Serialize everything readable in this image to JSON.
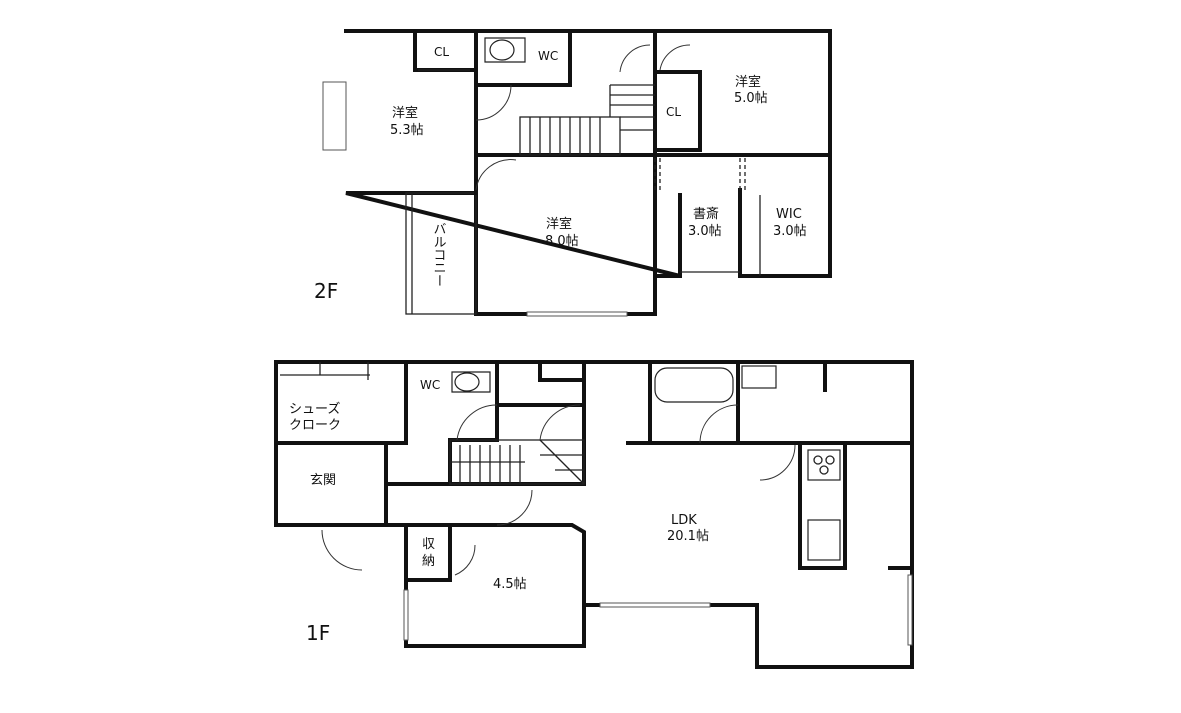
{
  "floor2": {
    "floor_label": "2F",
    "western_room_nw": {
      "name": "洋室",
      "size": "5.3帖"
    },
    "western_room_ne": {
      "name": "洋室",
      "size": "5.0帖"
    },
    "western_room_center": {
      "name": "洋室",
      "size": "8.0帖"
    },
    "study": {
      "name": "書斎",
      "size": "3.0帖"
    },
    "walk_in_closet": {
      "name": "WIC",
      "size": "3.0帖"
    },
    "closet_nw": "CL",
    "closet_ne": "CL",
    "toilet": "WC",
    "balcony": "バルコニー"
  },
  "floor1": {
    "floor_label": "1F",
    "shoe_closet": {
      "line1": "シューズ",
      "line2": "クローク"
    },
    "entrance": "玄関",
    "toilet": "WC",
    "storage": {
      "line1": "収",
      "line2": "納"
    },
    "japanese_room": {
      "size": "4.5帖"
    },
    "ldk": {
      "name": "LDK",
      "size": "20.1帖"
    }
  }
}
